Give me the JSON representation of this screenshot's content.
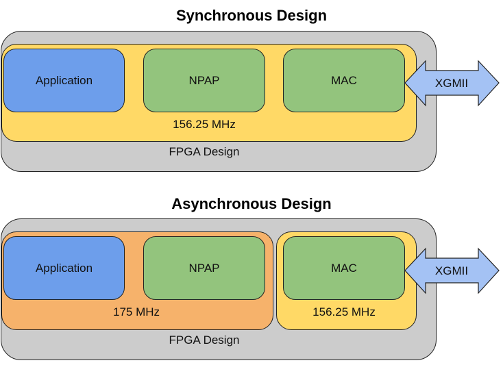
{
  "colors": {
    "fpga": "#cccccc",
    "clock_domain_yellow": "#ffd966",
    "clock_domain_orange": "#f6b26b",
    "application": "#6d9eeb",
    "ip_block": "#93c47d",
    "interface_arrow": "#a4c2f4"
  },
  "sync": {
    "title": "Synchronous Design",
    "fpga_label": "FPGA Design",
    "clock_label": "156.25 MHz",
    "blocks": [
      "Application",
      "NPAP",
      "MAC"
    ],
    "interface": "XGMII"
  },
  "async": {
    "title": "Asynchronous Design",
    "fpga_label": "FPGA Design",
    "app_clock_label": "175 MHz",
    "mac_clock_label": "156.25 MHz",
    "blocks": [
      "Application",
      "NPAP",
      "MAC"
    ],
    "interface": "XGMII"
  }
}
